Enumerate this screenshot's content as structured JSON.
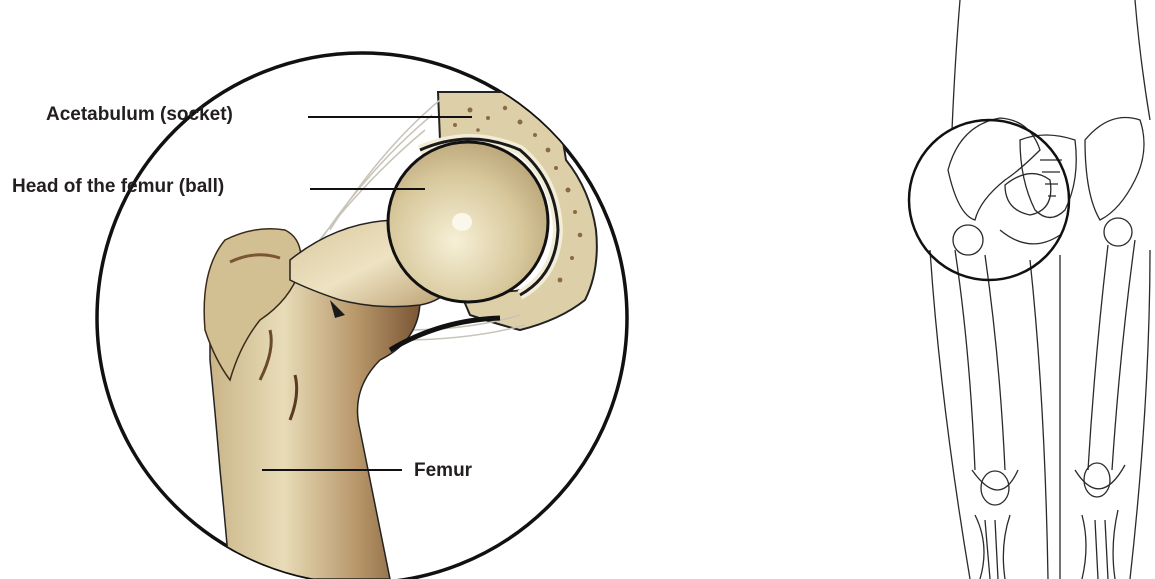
{
  "labels": {
    "acetabulum": "Acetabulum (socket)",
    "femoral_head": "Head of the femur (ball)",
    "femur": "Femur"
  },
  "colors": {
    "bone_light": "#efe6c8",
    "bone_mid": "#d8c79c",
    "bone_shadow": "#9b7a52",
    "bone_dark": "#6b4a2c",
    "cartilage": "#c9b991",
    "outline": "#1a1a1a"
  }
}
